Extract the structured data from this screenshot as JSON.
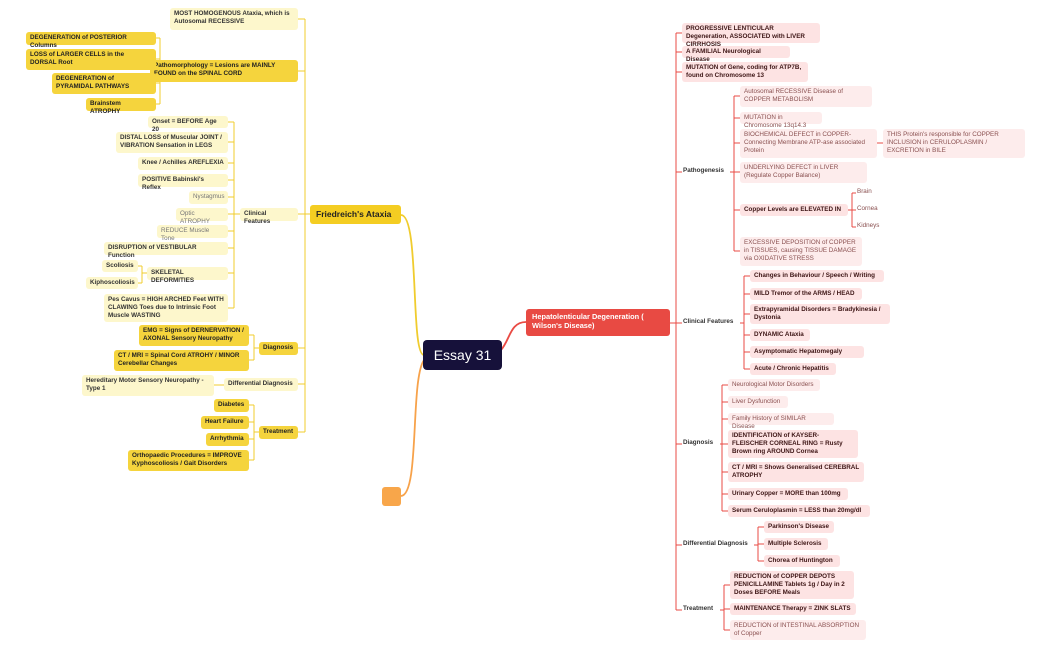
{
  "colors": {
    "root_bg": "#16113a",
    "left_branch": "#f0cc2e",
    "right_branch": "#e94b44",
    "orange_branch": "#f7a24a"
  },
  "root": {
    "label": "Essay 31"
  },
  "left": {
    "title": "Friedreich's Ataxia",
    "top_note": "MOST HOMOGENOUS Ataxia, which is Autosomal RECESSIVE",
    "pathomorphology": {
      "label": "Pathomorphology = Lesions are MAINLY FOUND on the SPINAL CORD",
      "items": [
        "DEGENERATION of POSTERIOR Columns",
        "LOSS of LARGER CELLS in the DORSAL Root",
        "DEGENERATION of PYRAMIDAL PATHWAYS",
        "Brainstem ATROPHY"
      ]
    },
    "clinical": {
      "label": "Clinical Features",
      "items": [
        "Onset = BEFORE Age 20",
        "DISTAL LOSS of Muscular JOINT / VIBRATION Sensation in LEGS",
        "Knee / Achilles AREFLEXIA",
        "POSITIVE Babinski's Reflex",
        "Nystagmus",
        "Optic ATROPHY",
        "REDUCE Muscle Tone",
        "DISRUPTION of VESTIBULAR Function",
        "Pes Cavus = HIGH ARCHED Feet WITH CLAWING Toes due to Intrinsic Foot Muscle WASTING"
      ],
      "skeletal": {
        "label": "SKELETAL DEFORMITIES",
        "items": [
          "Scoliosis",
          "Kiphoscoliosis"
        ]
      }
    },
    "diagnosis": {
      "label": "Diagnosis",
      "items": [
        "EMG = Signs of DERNERVATION / AXONAL Sensory Neuropathy",
        "CT / MRI = Spinal Cord ATROHY / MINOR Cerebellar Changes"
      ]
    },
    "differential": {
      "label": "Differential Diagnosis",
      "items": [
        "Hereditary Motor Sensory Neuropathy - Type 1"
      ]
    },
    "treatment": {
      "label": "Treatment",
      "items": [
        "Diabetes",
        "Heart Failure",
        "Arrhythmia",
        "Orthopaedic Procedures = IMPROVE Kyphoscoliosis / Gait Disorders"
      ]
    }
  },
  "right": {
    "title": "Hepatolenticular Degeneration ( Wilson's Disease)",
    "intro": [
      "PROGRESSIVE LENTICULAR Degeneration, ASSOCIATED with LIVER CIRRHOSIS",
      "A FAMILIAL Neurological Disease",
      "MUTATION of Gene, coding for ATP7B, found on Chromosome 13"
    ],
    "pathogenesis": {
      "label": "Pathogenesis",
      "items": [
        "Autosomal RECESSIVE Disease of COPPER METABOLISM",
        "MUTATION in Chromosome 13q14.3",
        "BIOCHEMICAL DEFECT in COPPER-Connecting Membrane ATP-ase associated Protein",
        "UNDERLYING DEFECT in LIVER (Regulate Copper Balance)",
        "Copper Levels are ELEVATED IN",
        "EXCESSIVE DEPOSITION of COPPER in TISSUES, causing TISSUE DAMAGE via OXIDATIVE STRESS"
      ],
      "protein_note": "THIS Protein's responsible for COPPER INCLUSION in CERULOPLASMIN / EXCRETION in BILE",
      "elevated_in": [
        "Brain",
        "Cornea",
        "Kidneys"
      ]
    },
    "clinical": {
      "label": "Clinical Features",
      "items": [
        "Changes in Behaviour / Speech / Writing",
        "MILD Tremor of the ARMS / HEAD",
        "Extrapyramidal Disorders = Bradykinesia / Dystonia",
        "DYNAMIC Ataxia",
        "Asymptomatic Hepatomegaly",
        "Acute / Chronic Hepatitis"
      ]
    },
    "diagnosis": {
      "label": "Diagnosis",
      "items": [
        "Neurological Motor Disorders",
        "Liver Dysfunction",
        "Family History of SIMILAR Disease",
        "IDENTIFICATION of KAYSER-FLEISCHER CORNEAL RING = Rusty Brown ring AROUND Cornea",
        "CT / MRI = Shows Generalised CEREBRAL ATROPHY",
        "Urinary Copper = MORE than 100mg",
        "Serum Ceruloplasmin = LESS than 20mg/dl"
      ]
    },
    "differential": {
      "label": "Differential Diagnosis",
      "items": [
        "Parkinson's Disease",
        "Multiple Sclerosis",
        "Chorea of Huntington"
      ]
    },
    "treatment": {
      "label": "Treatment",
      "items": [
        "REDUCTION of COPPER DEPOTS PENICILLAMINE Tablets 1g / Day in 2 Doses BEFORE Meals",
        "MAINTENANCE Therapy = ZINK SLATS",
        "REDUCTION of INTESTINAL ABSORPTION of Copper"
      ]
    }
  }
}
